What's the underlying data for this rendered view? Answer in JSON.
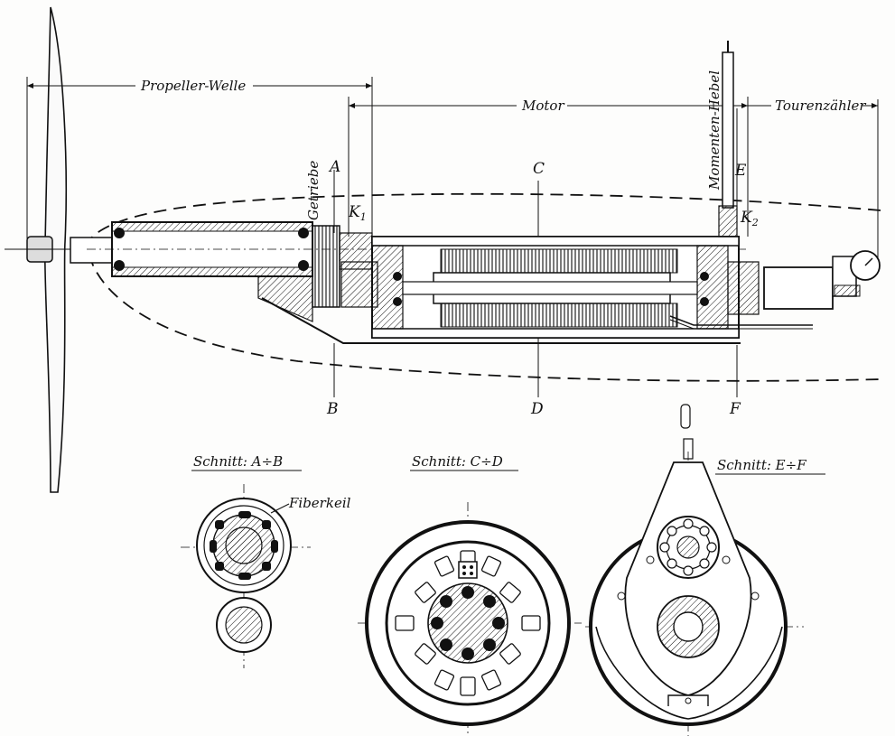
{
  "dimensions": {
    "propeller_shaft": "Propeller-Welle",
    "motor": "Motor",
    "torque_lever": "Momenten-Hebel",
    "tachometer": "Tourenzähler",
    "gear": "Getriebe"
  },
  "letters": {
    "a": "A",
    "b": "B",
    "c": "C",
    "d": "D",
    "e": "E",
    "f": "F",
    "k1": "K",
    "k1_sub": "1",
    "k2": "K",
    "k2_sub": "2"
  },
  "sections": {
    "ab": "Schnitt: A÷B",
    "cd": "Schnitt: C÷D",
    "ef": "Schnitt: E÷F",
    "fiber_key": "Fiberkeil"
  },
  "colors": {
    "ink": "#111111",
    "paper": "#fdfdfc"
  }
}
